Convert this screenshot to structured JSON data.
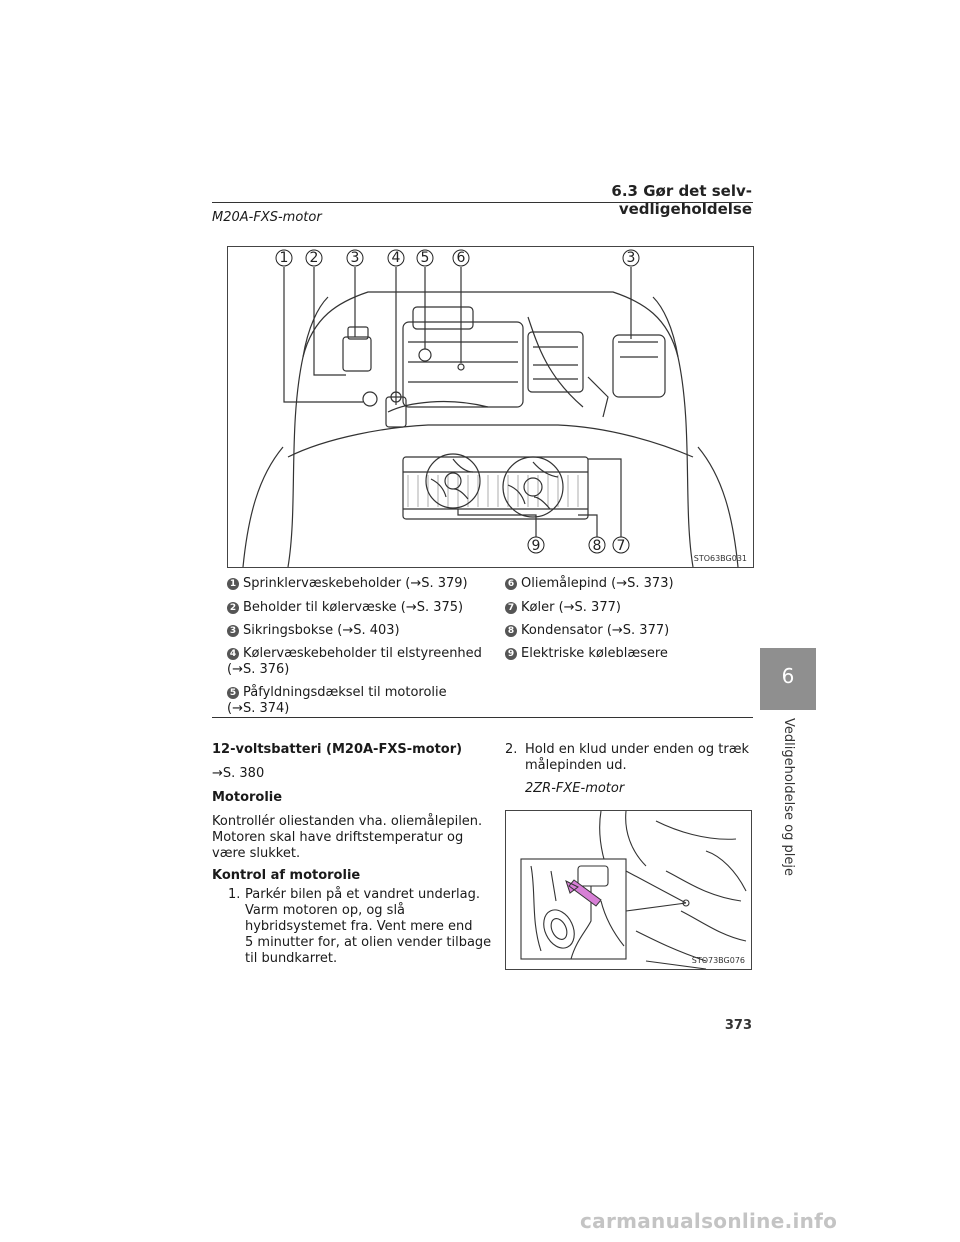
{
  "header": {
    "section_title": "6.3  Gør det selv-vedligeholdelse"
  },
  "engine_label_top": "M20A-FXS-motor",
  "figure_main": {
    "code": "STO63BG031",
    "callouts": [
      "1",
      "2",
      "3",
      "4",
      "5",
      "6",
      "3",
      "9",
      "8",
      "7"
    ]
  },
  "legend": [
    {
      "num": "1",
      "text": "Sprinklervæskebeholder (→S. 379)"
    },
    {
      "num": "2",
      "text": "Beholder til kølervæske (→S. 375)"
    },
    {
      "num": "3",
      "text": "Sikringsbokse (→S. 403)"
    },
    {
      "num": "4",
      "text": "Kølervæskebeholder til elstyreenhed",
      "text2": "(→S. 376)"
    },
    {
      "num": "5",
      "text": "Påfyldningsdæksel til motorolie",
      "text2": "(→S. 374)"
    },
    {
      "num": "6",
      "text": "Oliemålepind (→S. 373)"
    },
    {
      "num": "7",
      "text": "Køler (→S. 377)"
    },
    {
      "num": "8",
      "text": "Kondensator (→S. 377)"
    },
    {
      "num": "9",
      "text": "Elektriske køleblæsere"
    }
  ],
  "left_col": {
    "battery_heading": "12-voltsbatteri (M20A-FXS-motor)",
    "battery_ref": "→S. 380",
    "oil_heading": "Motorolie",
    "oil_p1": "Kontrollér oliestanden vha. oliemålepilen.",
    "oil_p2": "Motoren skal have driftstemperatur og",
    "oil_p3": "være slukket.",
    "check_heading": "Kontrol af motorolie",
    "step1_num": "1.",
    "step1_l1": "Parkér bilen på et vandret underlag.",
    "step1_l2": "Varm motoren op, og slå",
    "step1_l3": "hybridsystemet fra. Vent mere end",
    "step1_l4": "5 minutter for, at olien vender tilbage",
    "step1_l5": "til bundkarret."
  },
  "right_col": {
    "step2_num": "2.",
    "step2_l1": "Hold en klud under enden og træk",
    "step2_l2": "målepinden ud.",
    "engine_label": "2ZR-FXE-motor",
    "figure_code": "STO73BG076"
  },
  "side_tab": {
    "number": "6",
    "label": "Vedligeholdelse og pleje"
  },
  "page_number": "373",
  "watermark": "carmanualsonline.info",
  "colors": {
    "tab": "#8f8f8f",
    "arrow": "#d77fd6",
    "badge": "#555555"
  }
}
